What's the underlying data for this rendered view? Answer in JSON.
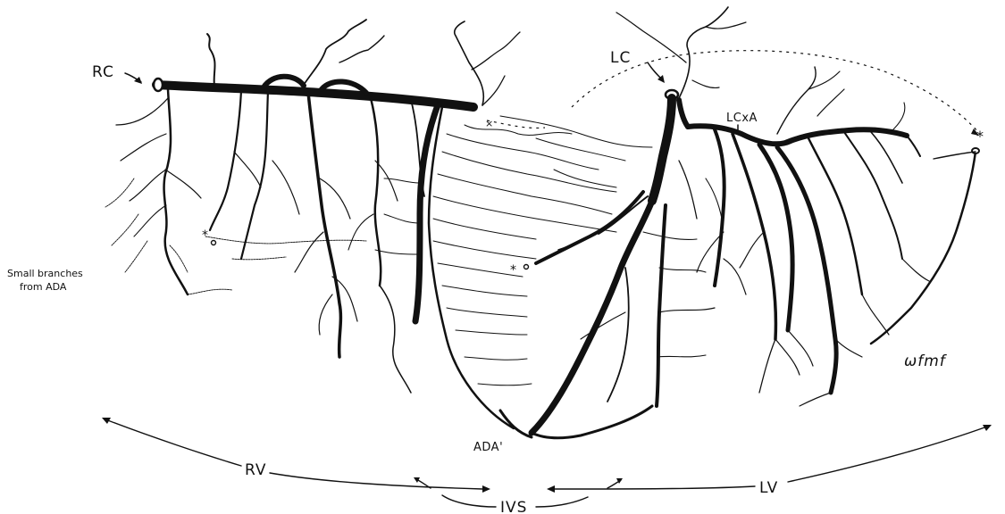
{
  "diagram": {
    "labels": {
      "rc": "RC",
      "lc": "LC",
      "lcxa": "LCxA",
      "small_branches_line1": "Small branches",
      "small_branches_line2": "from ADA",
      "ada_prime": "ADA'",
      "wfmf": "ωfmf",
      "rv": "RV",
      "ivs": "IVS",
      "lv": "LV"
    },
    "markers": {
      "star": "*",
      "cross": "×"
    },
    "colors": {
      "ink": "#111111",
      "background": "#ffffff"
    }
  }
}
